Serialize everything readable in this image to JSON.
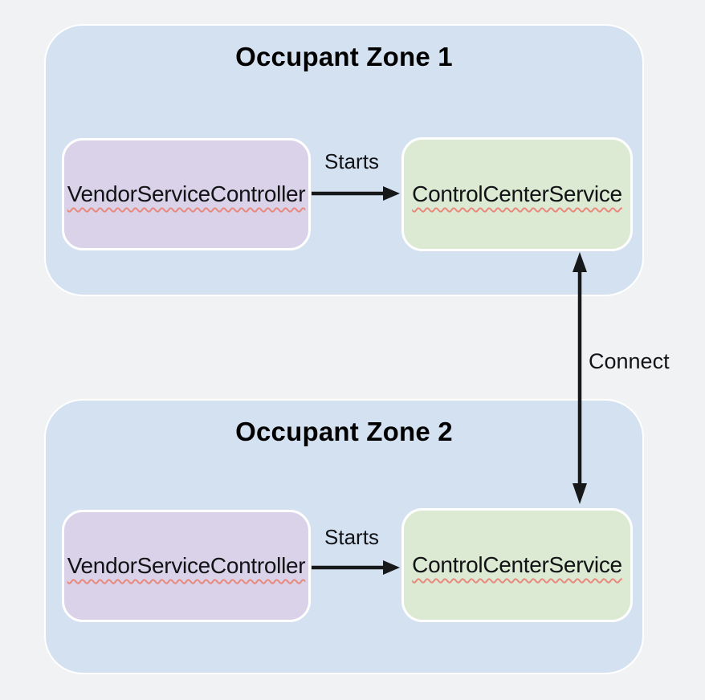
{
  "diagram": {
    "zones": [
      {
        "title": "Occupant Zone 1",
        "vendor_label": "VendorServiceController",
        "control_label": "ControlCenterService",
        "starts_label": "Starts"
      },
      {
        "title": "Occupant Zone 2",
        "vendor_label": "VendorServiceController",
        "control_label": "ControlCenterService",
        "starts_label": "Starts"
      }
    ],
    "connect_label": "Connect",
    "colors": {
      "page_background": "#f1f2f4",
      "zone_fill": "#d4e1f1",
      "vendor_fill": "#dad2e8",
      "control_fill": "#dcead3",
      "box_border": "#ffffff",
      "arrow": "#17181a",
      "text": "#121316",
      "spellcheck_underline": "#e8897d"
    }
  }
}
